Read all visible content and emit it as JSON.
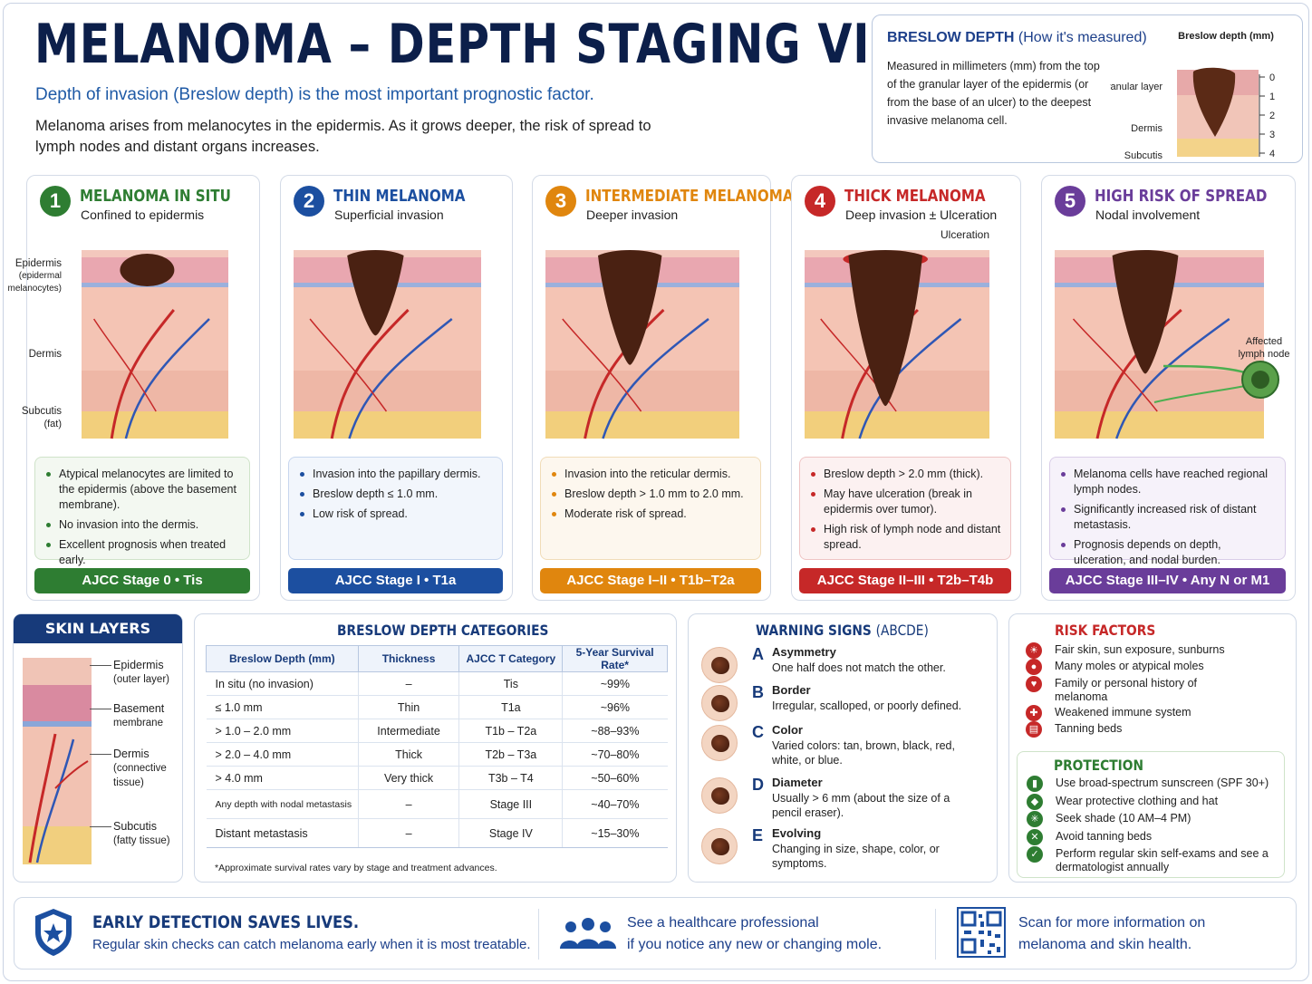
{
  "header": {
    "title": "MELANOMA – DEPTH STAGING VIEW",
    "subtitle": "Depth of invasion (Breslow depth) is the most important prognostic factor.",
    "intro": "Melanoma arises from melanocytes in the epidermis. As it grows deeper, the risk of spread to lymph nodes and distant organs increases."
  },
  "breslow_box": {
    "title": "BRESLOW DEPTH",
    "title_note": "(How it's measured)",
    "description": "Measured in millimeters (mm) from the top of the granular layer of the epidermis (or from the base of an ulcer) to the deepest invasive melanoma cell.",
    "figure_title": "Breslow depth (mm)",
    "figure_labels": [
      "Granular layer",
      "Dermis",
      "Subcutis"
    ],
    "scale": [
      "0",
      "1",
      "2",
      "3",
      "4"
    ]
  },
  "colors": {
    "stage1": "#2e7d32",
    "stage2": "#1c4fa0",
    "stage3": "#e0860e",
    "stage4": "#c62828",
    "stage5": "#6a3d9a",
    "navy": "#173a7a"
  },
  "side_labels": {
    "epidermis": "Epidermis",
    "epidermis_note": "(epidermal melanocytes)",
    "dermis": "Dermis",
    "subcutis": "Subcutis",
    "subcutis_note": "(fat)"
  },
  "stages": [
    {
      "number": "1",
      "title": "MELANOMA IN SITU",
      "subtitle": "Confined to epidermis",
      "bullets": [
        "Atypical melanocytes are limited to the epidermis (above the basement membrane).",
        "No invasion into the dermis.",
        "Excellent prognosis when treated early."
      ],
      "stage_label": "AJCC Stage 0  •  Tis",
      "tumor_depth_fraction": 0.16
    },
    {
      "number": "2",
      "title": "THIN MELANOMA",
      "subtitle": "Superficial invasion",
      "bullets": [
        "Invasion into the papillary dermis.",
        "Breslow depth ≤ 1.0 mm.",
        "Low risk of spread."
      ],
      "stage_label": "AJCC Stage I  •  T1a",
      "tumor_depth_fraction": 0.36
    },
    {
      "number": "3",
      "title": "INTERMEDIATE MELANOMA",
      "subtitle": "Deeper invasion",
      "bullets": [
        "Invasion into the reticular dermis.",
        "Breslow depth > 1.0 mm to 2.0 mm.",
        "Moderate risk of spread."
      ],
      "stage_label": "AJCC Stage I–II  •  T1b–T2a",
      "tumor_depth_fraction": 0.56
    },
    {
      "number": "4",
      "title": "THICK MELANOMA",
      "subtitle": "Deep invasion ± Ulceration",
      "callout": "Ulceration",
      "bullets": [
        "Breslow depth > 2.0 mm (thick).",
        "May have ulceration (break in epidermis over tumor).",
        "High risk of lymph node and distant spread."
      ],
      "stage_label": "AJCC Stage II–III  •  T2b–T4b",
      "tumor_depth_fraction": 0.84
    },
    {
      "number": "5",
      "title": "HIGH RISK OF SPREAD",
      "subtitle": "Nodal involvement",
      "callout": "Affected lymph node",
      "bullets": [
        "Melanoma cells have reached regional lymph nodes.",
        "Significantly increased risk of distant metastasis.",
        "Prognosis depends on depth, ulceration, and nodal burden."
      ],
      "stage_label": "AJCC Stage III–IV  •  Any N or M1",
      "tumor_depth_fraction": 0.62
    }
  ],
  "skin_layers": {
    "title": "SKIN LAYERS",
    "items": [
      {
        "name": "Epidermis",
        "note": "(outer layer)"
      },
      {
        "name": "Basement",
        "note": "membrane"
      },
      {
        "name": "Dermis",
        "note": "(connective tissue)"
      },
      {
        "name": "Subcutis",
        "note": "(fatty tissue)"
      }
    ]
  },
  "breslow_table": {
    "title": "BRESLOW DEPTH CATEGORIES",
    "headers": [
      "Breslow Depth (mm)",
      "Thickness",
      "AJCC T Category",
      "5-Year Survival Rate*"
    ],
    "rows": [
      [
        "In situ (no invasion)",
        "–",
        "Tis",
        "~99%"
      ],
      [
        "≤ 1.0 mm",
        "Thin",
        "T1a",
        "~96%"
      ],
      [
        "> 1.0 – 2.0 mm",
        "Intermediate",
        "T1b – T2a",
        "~88–93%"
      ],
      [
        "> 2.0 – 4.0 mm",
        "Thick",
        "T2b – T3a",
        "~70–80%"
      ],
      [
        "> 4.0 mm",
        "Very thick",
        "T3b – T4",
        "~50–60%"
      ],
      [
        "Any depth with nodal metastasis",
        "–",
        "Stage III",
        "~40–70%"
      ],
      [
        "Distant metastasis",
        "–",
        "Stage IV",
        "~15–30%"
      ]
    ],
    "footnote": "*Approximate survival rates vary by stage and treatment advances."
  },
  "warning_signs": {
    "title": "WARNING SIGNS",
    "title_note": "(ABCDE)",
    "items": [
      {
        "letter": "A",
        "name": "Asymmetry",
        "desc": "One half does not match the other."
      },
      {
        "letter": "B",
        "name": "Border",
        "desc": "Irregular, scalloped, or poorly defined."
      },
      {
        "letter": "C",
        "name": "Color",
        "desc": "Varied colors: tan, brown, black, red, white, or blue."
      },
      {
        "letter": "D",
        "name": "Diameter",
        "desc": "Usually > 6 mm (about the size of a pencil eraser)."
      },
      {
        "letter": "E",
        "name": "Evolving",
        "desc": "Changing in size, shape, color, or symptoms."
      }
    ]
  },
  "risk_factors": {
    "title": "RISK FACTORS",
    "items": [
      {
        "icon": "sun-icon",
        "text": "Fair skin, sun exposure, sunburns"
      },
      {
        "icon": "moles-icon",
        "text": "Many moles or atypical moles"
      },
      {
        "icon": "family-icon",
        "text": "Family or personal history of melanoma"
      },
      {
        "icon": "immune-icon",
        "text": "Weakened immune system"
      },
      {
        "icon": "tanning-bed-icon",
        "text": "Tanning beds"
      }
    ]
  },
  "protection": {
    "title": "PROTECTION",
    "items": [
      {
        "icon": "sunscreen-icon",
        "text": "Use broad-spectrum sunscreen (SPF 30+)"
      },
      {
        "icon": "hat-icon",
        "text": "Wear protective clothing and hat"
      },
      {
        "icon": "shade-icon",
        "text": "Seek shade (10 AM–4 PM)"
      },
      {
        "icon": "no-tanning-icon",
        "text": "Avoid tanning beds"
      },
      {
        "icon": "self-exam-icon",
        "text": "Perform regular skin self-exams and see a dermatologist annually"
      }
    ]
  },
  "footer": {
    "headline": "EARLY DETECTION SAVES LIVES.",
    "text": "Regular skin checks can catch melanoma early when it is most treatable.",
    "professional": "See a healthcare professional",
    "professional2": "if you notice any new or changing mole.",
    "scan": "Scan for more information on",
    "scan2": "melanoma and skin health."
  }
}
